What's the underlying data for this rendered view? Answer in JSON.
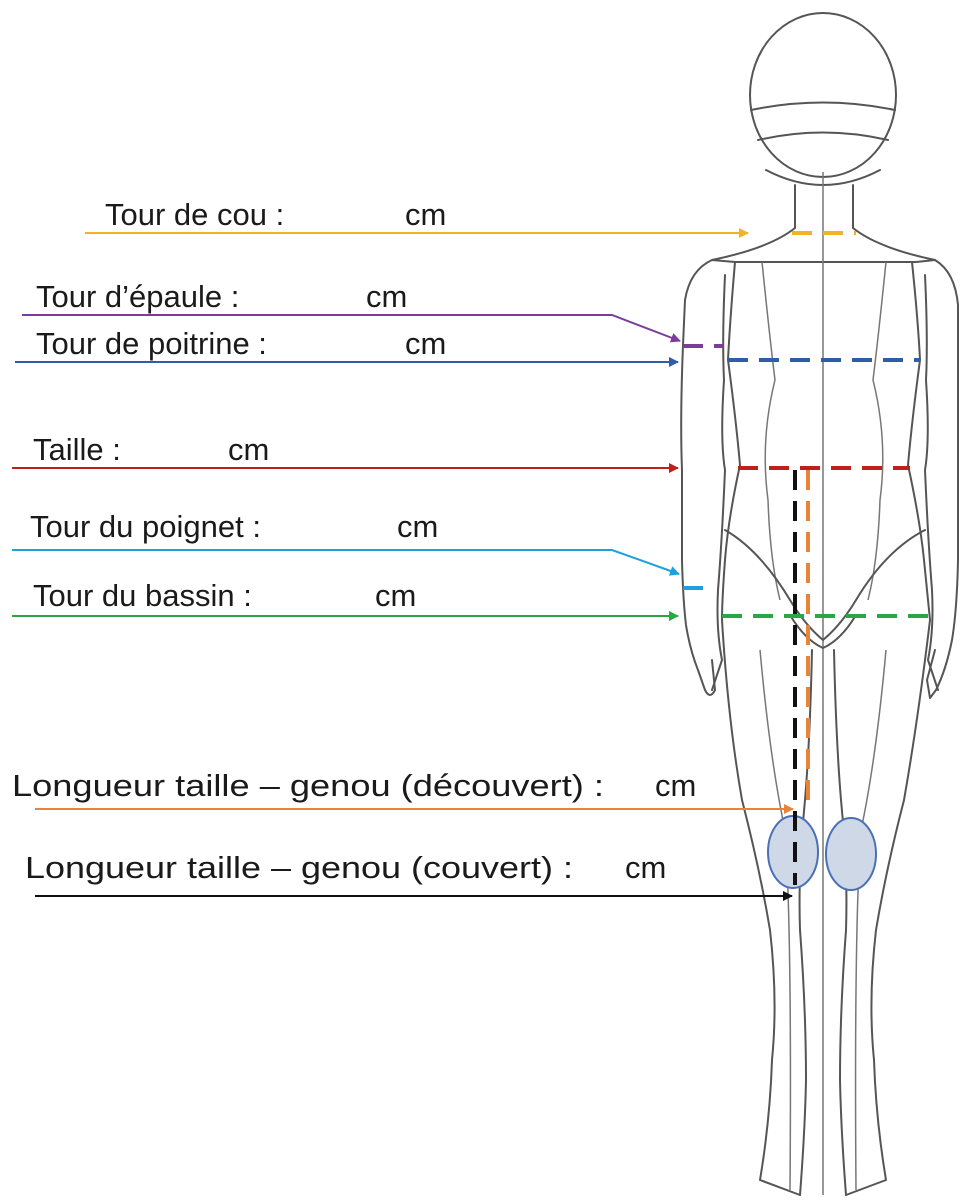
{
  "colors": {
    "neck": "#f0b323",
    "shoulder": "#7d3c98",
    "chest": "#2e5ea8",
    "waist": "#c0201a",
    "wrist": "#1ea0e0",
    "hip": "#27a844",
    "knee_uncovered": "#e8833a",
    "knee_covered": "#111111",
    "knee_fill": "#cfd8e6",
    "knee_stroke": "#4a70b5"
  },
  "measurements": [
    {
      "id": "neck",
      "label": "Tour de cou :",
      "unit": "cm"
    },
    {
      "id": "shoulder",
      "label": "Tour d’épaule :",
      "unit": "cm"
    },
    {
      "id": "chest",
      "label": "Tour de poitrine :",
      "unit": "cm"
    },
    {
      "id": "waist",
      "label": "Taille :",
      "unit": "cm"
    },
    {
      "id": "wrist",
      "label": "Tour du poignet :",
      "unit": "cm"
    },
    {
      "id": "hip",
      "label": "Tour du bassin :",
      "unit": "cm"
    },
    {
      "id": "knee_uncovered",
      "label": "Longueur taille – genou (découvert) :",
      "unit": "cm"
    },
    {
      "id": "knee_covered",
      "label": "Longueur taille – genou (couvert) :",
      "unit": "cm"
    }
  ]
}
